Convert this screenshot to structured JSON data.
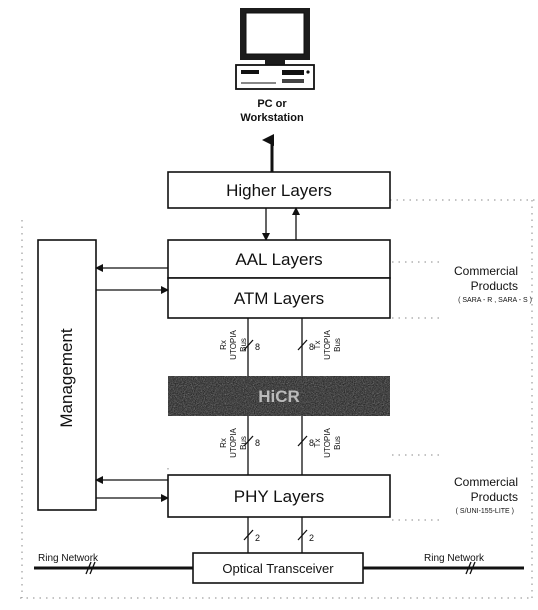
{
  "computer": {
    "label_line1": "PC or",
    "label_line2": "Workstation"
  },
  "layers": {
    "higher": "Higher Layers",
    "aal": "AAL Layers",
    "atm": "ATM Layers",
    "hicr": "HiCR",
    "phy": "PHY Layers",
    "management": "Management",
    "optical": "Optical Transceiver"
  },
  "buses": {
    "rx_lines": [
      "Rx",
      "UTOPIA",
      "Bus"
    ],
    "tx_lines": [
      "Tx",
      "UTOPIA",
      "Bus"
    ],
    "utopia_width": "8",
    "serial_width": "2"
  },
  "products_top": {
    "line1": "Commercial",
    "line2": "Products",
    "detail": "( SARA - R , SARA - S )"
  },
  "products_bottom": {
    "line1": "Commercial",
    "line2": "Products",
    "detail": "( S/UNI-155-LITE )"
  },
  "ring": {
    "left": "Ring Network",
    "right": "Ring Network"
  }
}
